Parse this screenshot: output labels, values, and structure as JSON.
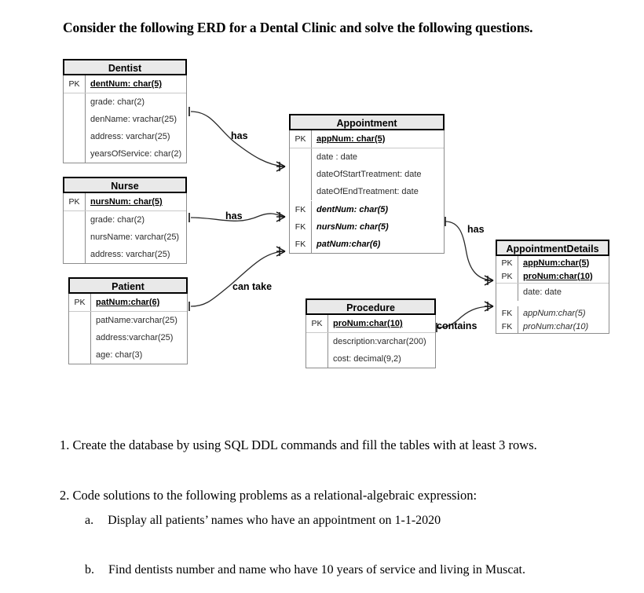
{
  "heading": "Consider the following ERD for a Dental Clinic and solve the following questions.",
  "erd": {
    "entities": [
      {
        "id": "dentist",
        "title": "Dentist",
        "pk": [
          {
            "key": "PK",
            "text": "dentNum: char(5)"
          }
        ],
        "attrs": [
          {
            "key": "",
            "text": "grade: char(2)"
          },
          {
            "key": "",
            "text": "denName: vrachar(25)"
          },
          {
            "key": "",
            "text": "address: varchar(25)"
          },
          {
            "key": "",
            "text": "yearsOfService: char(2)"
          }
        ],
        "fk": []
      },
      {
        "id": "nurse",
        "title": "Nurse",
        "pk": [
          {
            "key": "PK",
            "text": "nursNum: char(5)"
          }
        ],
        "attrs": [
          {
            "key": "",
            "text": "grade: char(2)"
          },
          {
            "key": "",
            "text": "nursName: varchar(25)"
          },
          {
            "key": "",
            "text": "address: varchar(25)"
          }
        ],
        "fk": []
      },
      {
        "id": "patient",
        "title": "Patient",
        "pk": [
          {
            "key": "PK",
            "text": "patNum:char(6)"
          }
        ],
        "attrs": [
          {
            "key": "",
            "text": "patName:varchar(25)"
          },
          {
            "key": "",
            "text": "address:varchar(25)"
          },
          {
            "key": "",
            "text": "age: char(3)"
          }
        ],
        "fk": []
      },
      {
        "id": "appointment",
        "title": "Appointment",
        "pk": [
          {
            "key": "PK",
            "text": "appNum: char(5)"
          }
        ],
        "attrs": [
          {
            "key": "",
            "text": "date : date"
          },
          {
            "key": "",
            "text": "dateOfStartTreatment: date"
          },
          {
            "key": "",
            "text": "dateOfEndTreatment: date"
          }
        ],
        "fk": [
          {
            "key": "FK",
            "text": "dentNum: char(5)"
          },
          {
            "key": "FK",
            "text": "nursNum: char(5)"
          },
          {
            "key": "FK",
            "text": "patNum:char(6)"
          }
        ]
      },
      {
        "id": "procedure",
        "title": "Procedure",
        "pk": [
          {
            "key": "PK",
            "text": "proNum:char(10)"
          }
        ],
        "attrs": [
          {
            "key": "",
            "text": "description:varchar(200)"
          },
          {
            "key": "",
            "text": "cost: decimal(9,2)"
          }
        ],
        "fk": []
      },
      {
        "id": "appointmentdetails",
        "title": "AppointmentDetails",
        "pk": [
          {
            "key": "PK",
            "text": "appNum:char(5)"
          },
          {
            "key": "PK",
            "text": "proNum:char(10)"
          }
        ],
        "attrs": [
          {
            "key": "",
            "text": "date: date"
          }
        ],
        "fk": [
          {
            "key": "FK",
            "text": "appNum:char(5)"
          },
          {
            "key": "FK",
            "text": "proNum:char(10)"
          }
        ]
      }
    ],
    "relationships": [
      {
        "id": "dentist-appointment",
        "label": "has"
      },
      {
        "id": "nurse-appointment",
        "label": "has"
      },
      {
        "id": "patient-appointment",
        "label": "can take"
      },
      {
        "id": "appointment-details",
        "label": "has"
      },
      {
        "id": "procedure-details",
        "label": "contains"
      }
    ]
  },
  "questions": [
    {
      "marker": "1.",
      "text": "Create the database by using SQL DDL commands and fill the tables with at least 3 rows."
    },
    {
      "marker": "2.",
      "text": "Code solutions to the following problems as a relational-algebraic expression:"
    }
  ],
  "subquestions": [
    {
      "marker": "a.",
      "text": "Display all patients’ names who have an appointment on 1-1-2020"
    },
    {
      "marker": "b.",
      "text": "Find dentists number and name who have 10 years of service and living in Muscat."
    }
  ]
}
